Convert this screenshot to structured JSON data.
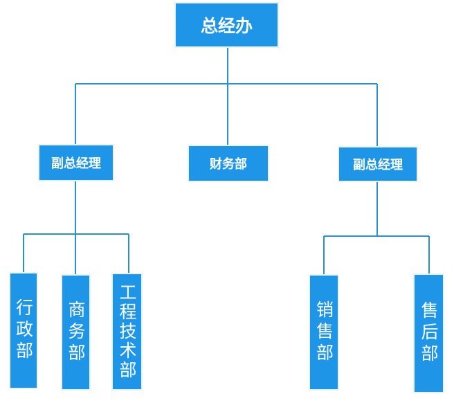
{
  "colors": {
    "node_fill": "#1f95e8",
    "node_text": "#ffffff",
    "connector": "#2a8fd3"
  },
  "org": {
    "root": "总经办",
    "deputy_left": "副总经理",
    "finance": "财务部",
    "deputy_right": "副总经理",
    "admin": "行政部",
    "business": "商务部",
    "engineering": "工程技术部",
    "sales": "销售部",
    "after_sales": "售后部"
  }
}
